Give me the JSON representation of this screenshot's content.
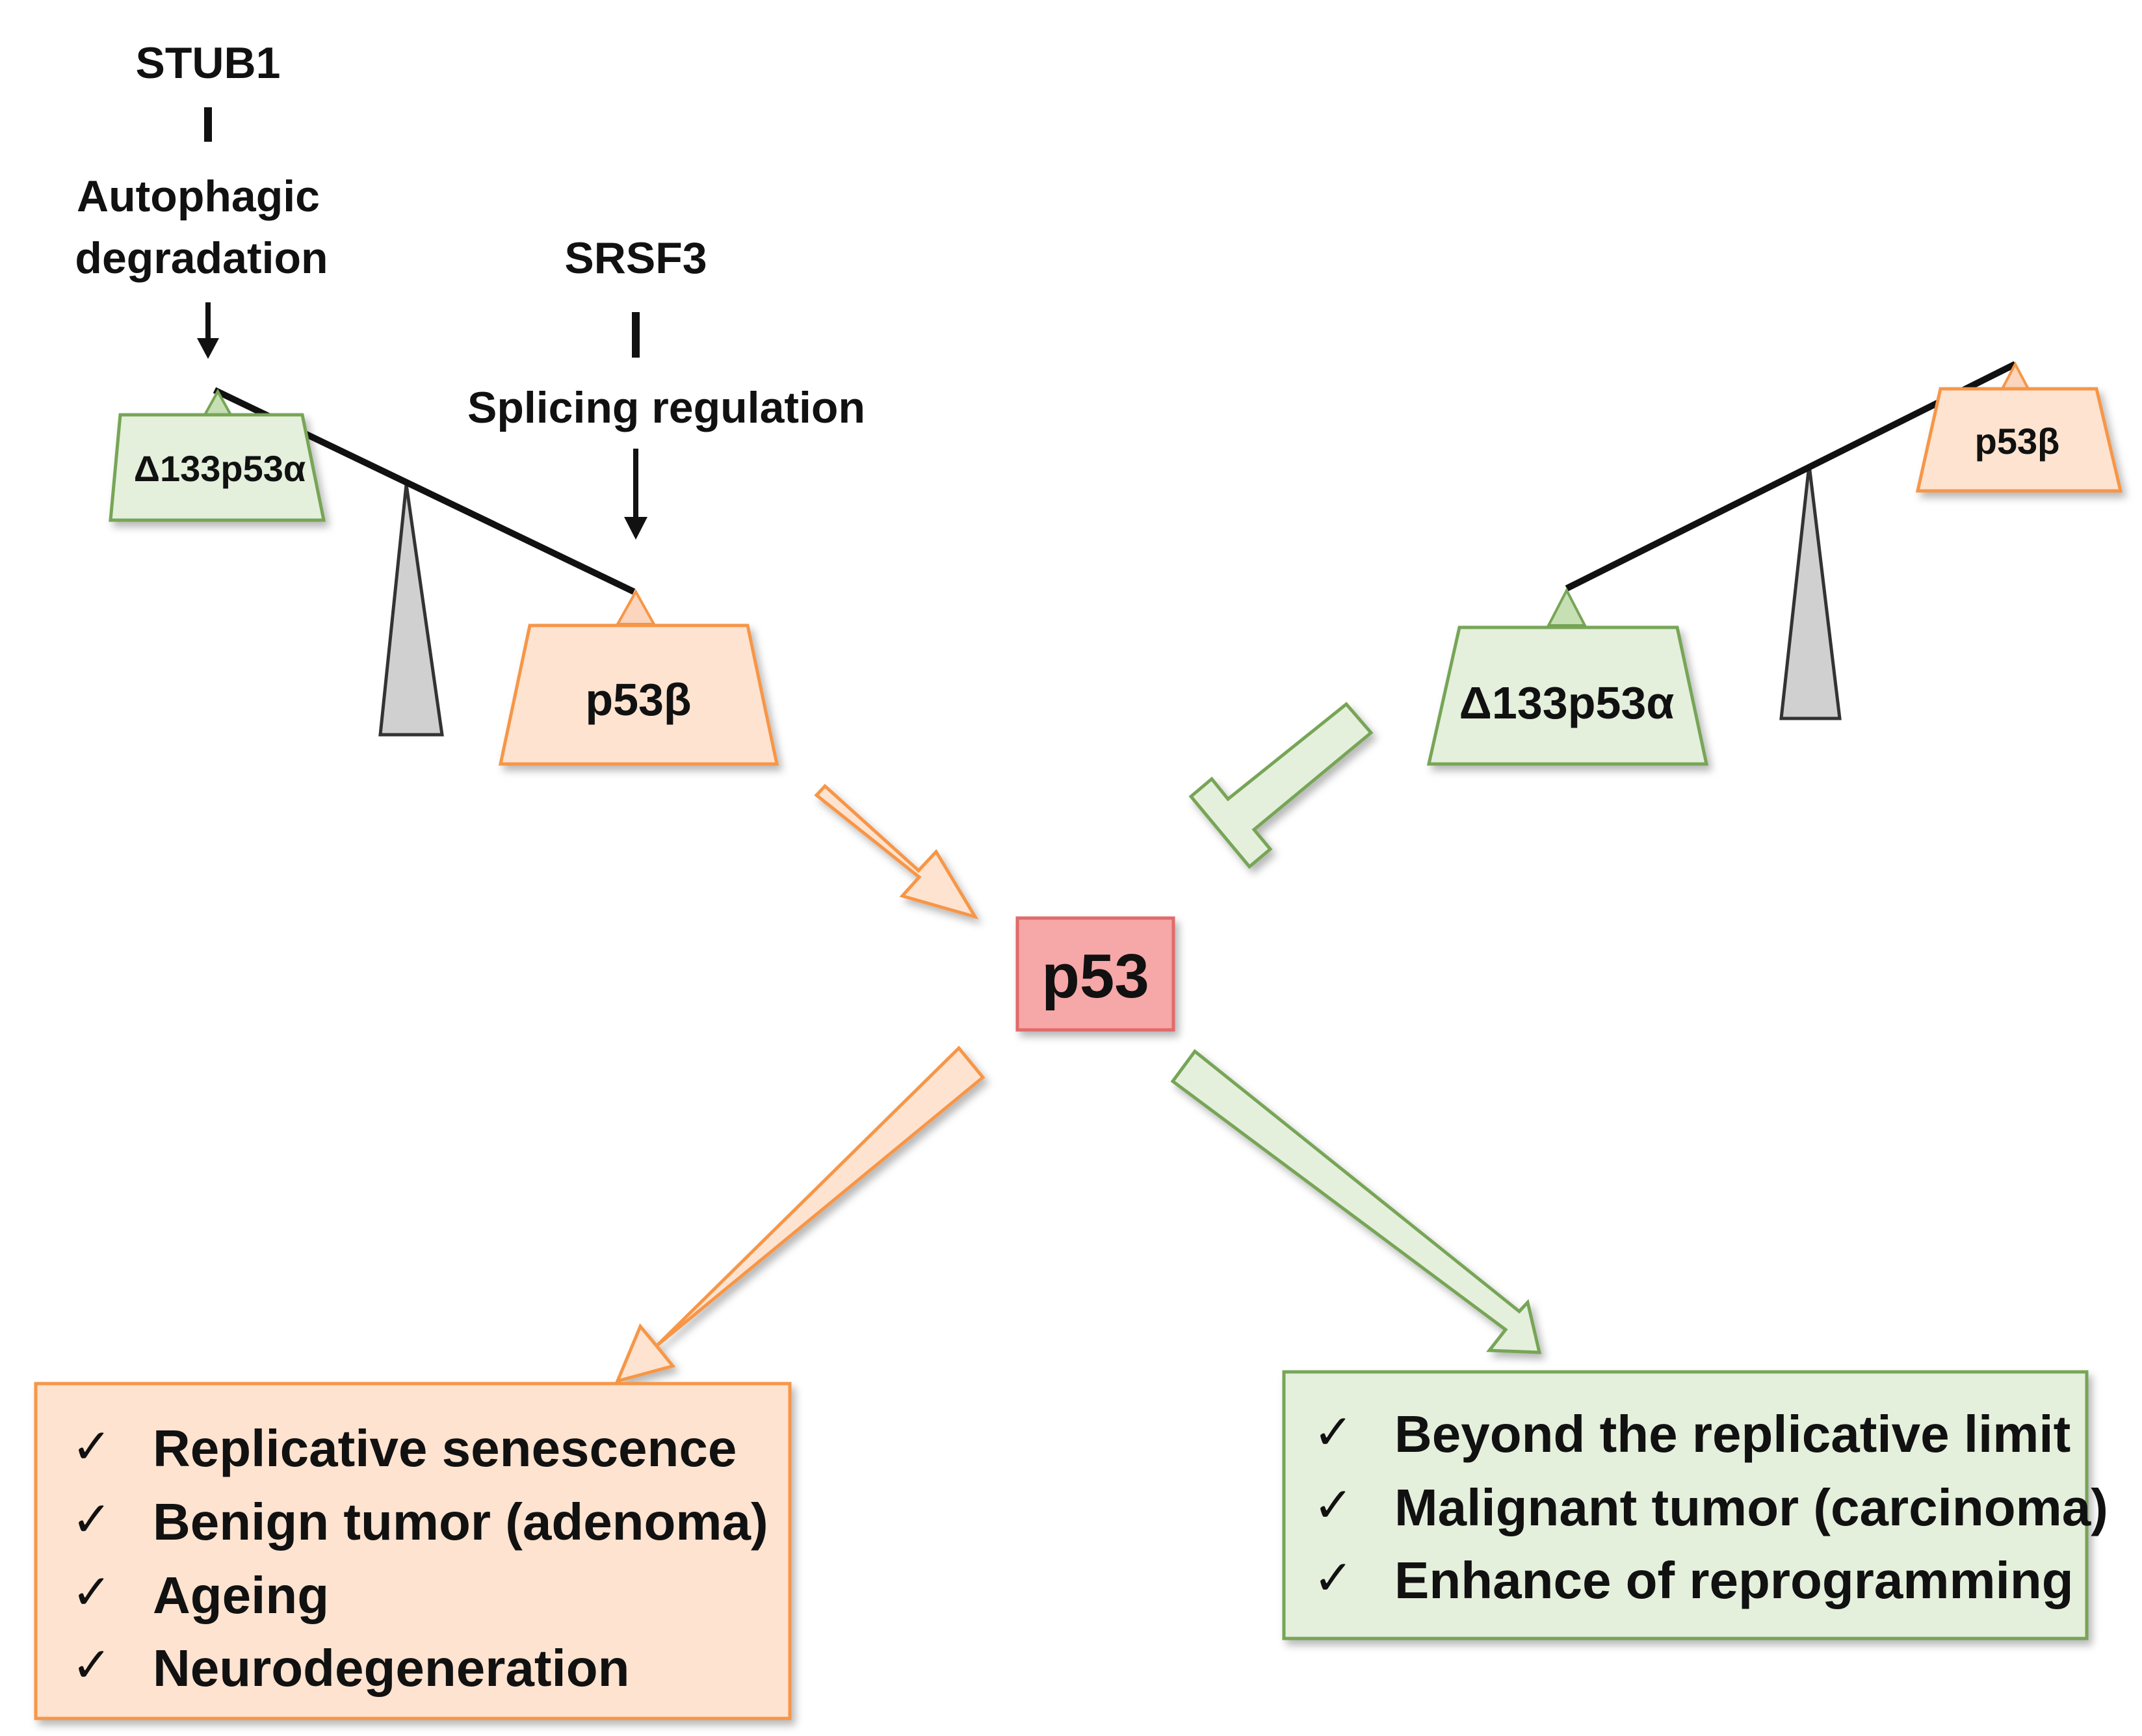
{
  "colors": {
    "orange_fill": "#fde3d0",
    "orange_stroke": "#f79646",
    "green_fill": "#e4efdc",
    "green_stroke": "#77a557",
    "red_fill": "#f6a7a7",
    "red_stroke": "#e26b6b",
    "fulcrum_fill": "#d0d0d0",
    "line": "#111111"
  },
  "left_regulators": {
    "stub1": "STUB1",
    "autophagic_line1": "Autophagic",
    "autophagic_line2": "degradation",
    "srsf3": "SRSF3",
    "splicing": "Splicing regulation"
  },
  "left_balance": {
    "up_weight": "Δ133p53α",
    "down_weight": "p53β"
  },
  "right_balance": {
    "up_weight": "p53β",
    "down_weight": "Δ133p53α"
  },
  "center": {
    "label": "p53"
  },
  "outcomes_left": {
    "check": "✓",
    "items": [
      "Replicative senescence",
      "Benign tumor (adenoma)",
      "Ageing",
      "Neurodegeneration"
    ]
  },
  "outcomes_right": {
    "check": "✓",
    "items": [
      "Beyond the replicative limit",
      "Malignant tumor (carcinoma)",
      "Enhance of reprogramming"
    ]
  }
}
